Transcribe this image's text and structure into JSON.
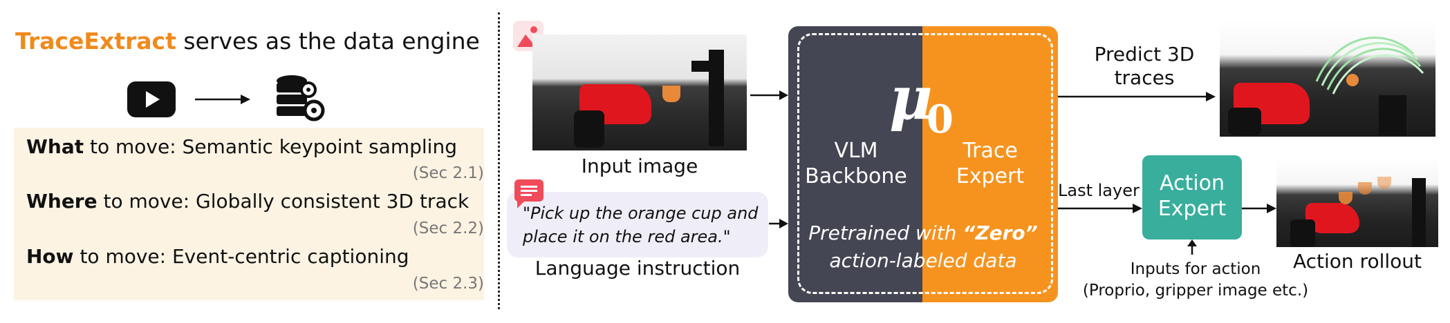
{
  "left_panel": {
    "brand": "TraceExtract",
    "headline_rest": " serves as the data engine",
    "items": [
      {
        "bold": "What",
        "rest": " to move: Semantic keypoint sampling",
        "section": "(Sec 2.1)"
      },
      {
        "bold": "Where",
        "rest": " to move: Globally consistent 3D track",
        "section": "(Sec 2.2)"
      },
      {
        "bold": "How",
        "rest": " to move: Event-centric captioning",
        "section": "(Sec 2.3)"
      }
    ]
  },
  "inputs": {
    "image_caption": "Input image",
    "instruction_text": "\"Pick up the orange cup and place it on the red area.\"",
    "instruction_caption": "Language instruction"
  },
  "model": {
    "name": "μ",
    "name_sub": "0",
    "vlm_label": "VLM Backbone",
    "trace_label": "Trace Expert",
    "pretrain_prefix": "Pretrained with ",
    "pretrain_zero": "“Zero”",
    "pretrain_suffix": "action-labeled data"
  },
  "outputs": {
    "predict_label": "Predict 3D traces",
    "last_layer_label": "Last layer",
    "action_expert_label": "Action Expert",
    "inputs_for_action": "Inputs for action",
    "inputs_detail": "(Proprio, gripper image etc.)",
    "rollout_caption": "Action rollout"
  },
  "colors": {
    "brand_orange": "#F08A1C",
    "vlm_dark": "#454654",
    "trace_orange": "#F6931F",
    "action_teal": "#39AE9D",
    "panel_bg": "#FCF3E3",
    "lang_bg": "#EFEEF8",
    "icon_red": "#F04B5A"
  }
}
